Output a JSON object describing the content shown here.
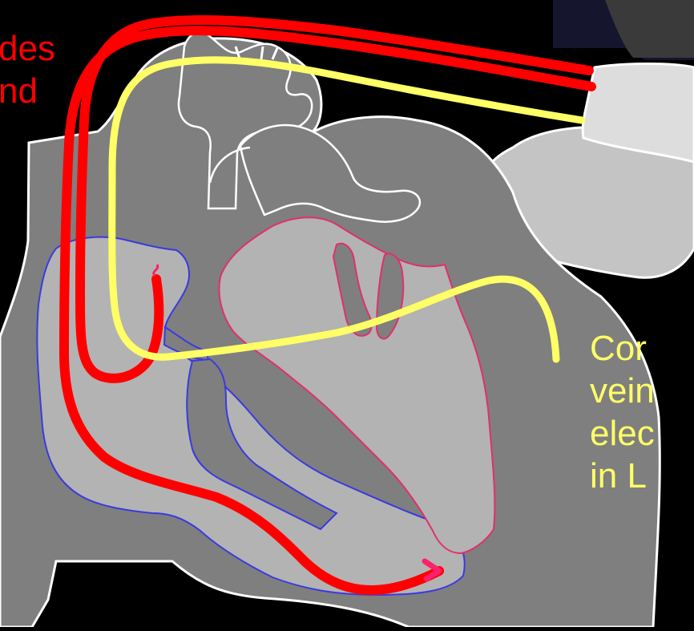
{
  "colors": {
    "background": "#000000",
    "heart_dark": "#7f7f7f",
    "heart_light": "#b3b3b3",
    "outline": "#ffffff",
    "right_chamber_outline": "#3a3adf",
    "left_chamber_outline": "#e0306a",
    "lead_red": "#ff0000",
    "lead_yellow": "#ffff66",
    "lead_tip": "#ff1f6a",
    "device_body": "#c4c4c4",
    "device_header": "#dddddd",
    "device_shadow": "#15152e",
    "red_text": "#ff0000",
    "yellow_text": "#ffff66"
  },
  "labels": {
    "red": [
      "des",
      "nd"
    ],
    "yellow": [
      "Cor",
      "vein",
      "elec",
      "in L"
    ]
  },
  "device": {
    "name": "pacemaker-generator-icon"
  },
  "leads": [
    {
      "name": "right-atrial-lead",
      "color": "red"
    },
    {
      "name": "right-ventricular-lead",
      "color": "red"
    },
    {
      "name": "coronary-sinus-lead",
      "color": "yellow"
    }
  ]
}
